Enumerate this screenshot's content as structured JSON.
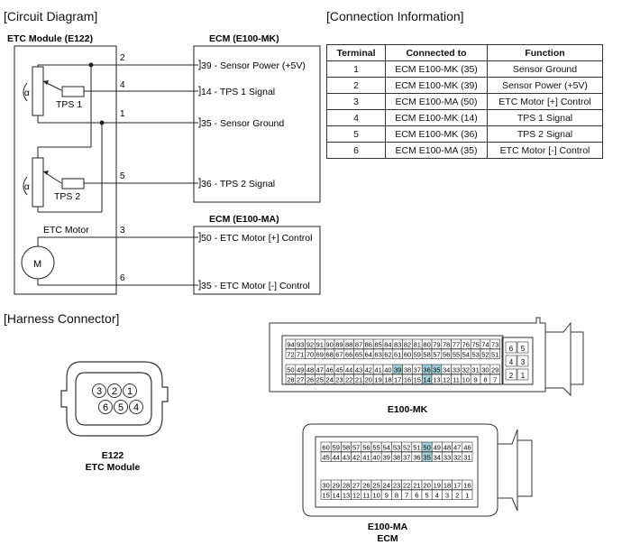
{
  "sections": {
    "circuit": "[Circuit Diagram]",
    "connection": "[Connection Information]",
    "harness": "[Harness Connector]"
  },
  "circuit": {
    "etc_module_title": "ETC Module (E122)",
    "ecm_mk_title": "ECM (E100-MK)",
    "ecm_ma_title": "ECM (E100-MA)",
    "tps1": "TPS 1",
    "tps2": "TPS 2",
    "alpha": "α",
    "etc_motor": "ETC Motor",
    "motor_symbol": "M",
    "wire_numbers": [
      "2",
      "4",
      "1",
      "5",
      "3",
      "6"
    ],
    "mk_pins": [
      {
        "pin": "39",
        "label": " - Sensor Power (+5V)"
      },
      {
        "pin": "14",
        "label": " - TPS 1 Signal"
      },
      {
        "pin": "35",
        "label": " - Sensor Ground"
      },
      {
        "pin": "36",
        "label": " - TPS 2 Signal"
      }
    ],
    "ma_pins": [
      {
        "pin": "50",
        "label": " - ETC Motor [+] Control"
      },
      {
        "pin": "35",
        "label": " - ETC Motor [-] Control"
      }
    ]
  },
  "connection_table": {
    "headers": [
      "Terminal",
      "Connected to",
      "Function"
    ],
    "rows": [
      [
        "1",
        "ECM E100-MK (35)",
        "Sensor Ground"
      ],
      [
        "2",
        "ECM E100-MK (39)",
        "Sensor Power (+5V)"
      ],
      [
        "3",
        "ECM E100-MA (50)",
        "ETC Motor [+] Control"
      ],
      [
        "4",
        "ECM E100-MK (14)",
        "TPS 1 Signal"
      ],
      [
        "5",
        "ECM E100-MK (36)",
        "TPS 2 Signal"
      ],
      [
        "6",
        "ECM E100-MA (35)",
        "ETC Motor [-] Control"
      ]
    ]
  },
  "harness": {
    "e122_pins_top": [
      "3",
      "2",
      "1"
    ],
    "e122_pins_bottom": [
      "6",
      "5",
      "4"
    ],
    "e122_label": "E122",
    "e122_sub": "ETC Module",
    "mk_row1": [
      "94",
      "93",
      "92",
      "91",
      "90",
      "89",
      "88",
      "87",
      "86",
      "85",
      "84",
      "83",
      "82",
      "81",
      "80",
      "79",
      "78",
      "77",
      "76",
      "75",
      "74",
      "73"
    ],
    "mk_row2": [
      "72",
      "71",
      "70",
      "69",
      "68",
      "67",
      "66",
      "65",
      "64",
      "63",
      "62",
      "61",
      "60",
      "59",
      "58",
      "57",
      "56",
      "55",
      "54",
      "53",
      "52",
      "51"
    ],
    "mk_row3": [
      "50",
      "49",
      "48",
      "47",
      "46",
      "45",
      "44",
      "43",
      "42",
      "41",
      "40",
      "39",
      "38",
      "37",
      "36",
      "35",
      "34",
      "33",
      "32",
      "31",
      "30",
      "29"
    ],
    "mk_row4": [
      "28",
      "27",
      "26",
      "25",
      "24",
      "23",
      "22",
      "21",
      "20",
      "19",
      "18",
      "17",
      "16",
      "15",
      "14",
      "13",
      "12",
      "11",
      "10",
      "9",
      "8",
      "7"
    ],
    "mk_side": [
      [
        "6",
        "5"
      ],
      [
        "4",
        "3"
      ],
      [
        "2",
        "1"
      ]
    ],
    "mk_label": "E100-MK",
    "ma_row1": [
      "60",
      "59",
      "58",
      "57",
      "56",
      "55",
      "54",
      "53",
      "52",
      "51",
      "50",
      "49",
      "48",
      "47",
      "46"
    ],
    "ma_row2": [
      "45",
      "44",
      "43",
      "42",
      "41",
      "40",
      "39",
      "38",
      "37",
      "36",
      "35",
      "34",
      "33",
      "32",
      "31"
    ],
    "ma_row3": [
      "30",
      "29",
      "28",
      "27",
      "26",
      "25",
      "24",
      "23",
      "22",
      "21",
      "20",
      "19",
      "18",
      "17",
      "16"
    ],
    "ma_row4": [
      "15",
      "14",
      "13",
      "12",
      "11",
      "10",
      "9",
      "8",
      "7",
      "6",
      "5",
      "4",
      "3",
      "2",
      "1"
    ],
    "ma_label": "E100-MA",
    "ma_sub": "ECM",
    "highlighted_mk": [
      "39",
      "36",
      "35",
      "14"
    ],
    "highlighted_ma": [
      "50",
      "35"
    ],
    "highlight_color": "#9ecfd6"
  }
}
